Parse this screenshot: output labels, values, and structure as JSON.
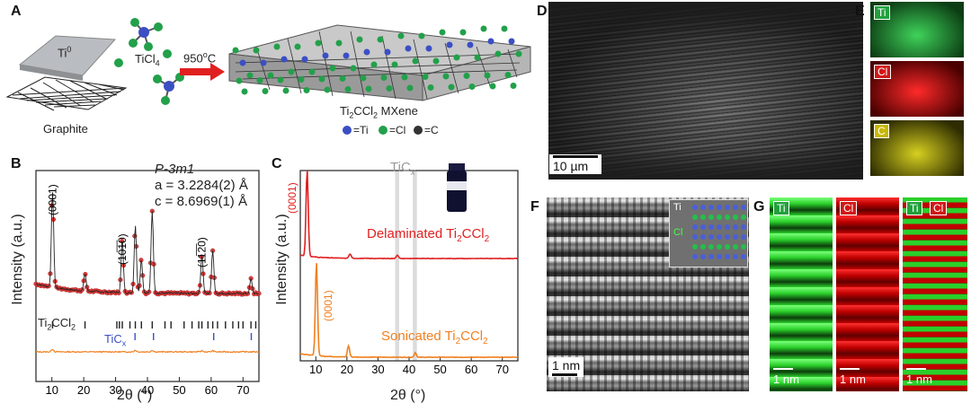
{
  "panels": {
    "A": {
      "label": "A",
      "ti_label": "Ti",
      "ti_sup": "0",
      "ticl_label": "TiCl",
      "ticl_sub": "4",
      "temp_label": "950",
      "temp_sup": "o",
      "temp_unit": "C",
      "graphite_label": "Graphite",
      "mxene_label": "Ti",
      "mxene_label_sub1": "2",
      "mxene_label_mid": "CCl",
      "mxene_label_sub2": "2",
      "mxene_label_end": " MXene",
      "legend": [
        {
          "text": "=Ti",
          "color": "#3b4fc4"
        },
        {
          "text": "=Cl",
          "color": "#22a04a"
        },
        {
          "text": "=C",
          "color": "#333333"
        }
      ]
    },
    "B": {
      "label": "B",
      "space_group": "P-3m1",
      "lattice_a": "a = 3.2284(2) Å",
      "lattice_c": "c = 8.6969(1) Å",
      "peak_labels": [
        "(0001)",
        "(10̅1̅0)",
        "(11̅2̅0)"
      ],
      "phase1": "Ti",
      "phase1_sub1": "2",
      "phase1_mid": "CCl",
      "phase1_sub2": "2",
      "phase2": "TiC",
      "phase2_sub": "x",
      "ylabel": "Intensity (a.u.)",
      "xlabel": "2θ (°)"
    },
    "C": {
      "label": "C",
      "ticx_label": "TiC",
      "ticx_sub": "x",
      "peak_label": "(0001)",
      "trace1": "Delaminated Ti",
      "trace1_sub1": "2",
      "trace1_mid": "CCl",
      "trace1_sub2": "2",
      "trace2": "Sonicated Ti",
      "trace2_sub1": "2",
      "trace2_mid": "CCl",
      "trace2_sub2": "2",
      "ylabel": "Intensity (a.u.)",
      "xlabel": "2θ (°)"
    },
    "D": {
      "label": "D",
      "scale": "10 µm"
    },
    "E": {
      "label": "E",
      "maps": [
        "Ti",
        "Cl",
        "C"
      ]
    },
    "F": {
      "label": "F",
      "scale": "1 nm",
      "inset_labels": [
        "Ti",
        "Cl"
      ]
    },
    "G": {
      "label": "G",
      "maps": [
        "Ti",
        "Cl"
      ],
      "overlay": [
        "Ti",
        "Cl"
      ],
      "scales": [
        "1 nm",
        "1 nm",
        "1 nm"
      ]
    }
  },
  "chart_data": [
    {
      "type": "line",
      "panel": "B",
      "xlabel": "2θ (°)",
      "ylabel": "Intensity (a.u.)",
      "xlim": [
        5,
        75
      ],
      "xticks": [
        10,
        20,
        30,
        40,
        50,
        60,
        70
      ],
      "series": [
        {
          "name": "Ti2CCl2",
          "peaks": [
            [
              10.2,
              1.0
            ],
            [
              20.4,
              0.18
            ],
            [
              32.1,
              0.55
            ],
            [
              36.2,
              0.7
            ],
            [
              38.1,
              0.35
            ],
            [
              41.5,
              0.85
            ],
            [
              57.1,
              0.4
            ],
            [
              60.5,
              0.45
            ],
            [
              72.5,
              0.15
            ]
          ]
        }
      ],
      "reflection_ticks_Ti2CCl2": [
        10.2,
        20.4,
        30.4,
        31.2,
        32.1,
        34.5,
        36.2,
        38.1,
        41.5,
        45.5,
        47.4,
        51.5,
        54.0,
        56.1,
        57.1,
        59.0,
        60.5,
        62.0,
        64.5,
        66.8,
        68.6,
        70.0,
        72.5,
        74.0
      ],
      "reflection_ticks_TiCx": [
        36.1,
        41.9,
        60.8,
        72.6
      ]
    },
    {
      "type": "line",
      "panel": "C",
      "xlabel": "2θ (°)",
      "ylabel": "Intensity (a.u.)",
      "xlim": [
        5,
        75
      ],
      "xticks": [
        10,
        20,
        30,
        40,
        50,
        60,
        70
      ],
      "shaded_regions": [
        [
          35.5,
          36.8
        ],
        [
          41.2,
          42.5
        ]
      ],
      "series": [
        {
          "name": "Delaminated Ti2CCl2",
          "peaks": [
            [
              7.2,
              1.0
            ],
            [
              21.0,
              0.05
            ],
            [
              36.2,
              0.04
            ]
          ]
        },
        {
          "name": "Sonicated Ti2CCl2",
          "peaks": [
            [
              10.2,
              1.0
            ],
            [
              20.5,
              0.12
            ],
            [
              42.0,
              0.05
            ]
          ]
        }
      ]
    }
  ]
}
